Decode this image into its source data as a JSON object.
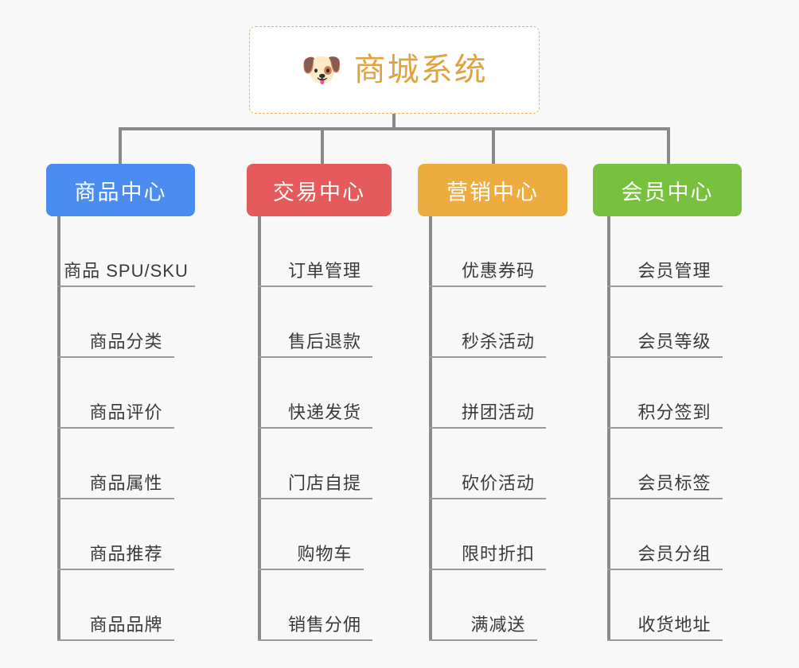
{
  "diagram": {
    "title": "商城系统",
    "background_color": "#f8f8f8",
    "line_color": "#8a8a8a"
  },
  "root": {
    "icon": "shiba-dog-face-emoji",
    "emoji": "🐶",
    "label": "商城系统",
    "text_color": "#e0a33e",
    "border_color": "#e8b457",
    "background_color": "#ffffff"
  },
  "columns": [
    {
      "key": "product-center",
      "label": "商品中心",
      "color": "#4a8cf0",
      "items": [
        {
          "label": "商品 SPU/SKU"
        },
        {
          "label": "商品分类"
        },
        {
          "label": "商品评价"
        },
        {
          "label": "商品属性"
        },
        {
          "label": "商品推荐"
        },
        {
          "label": "商品品牌"
        }
      ]
    },
    {
      "key": "trade-center",
      "label": "交易中心",
      "color": "#e55a5a",
      "items": [
        {
          "label": "订单管理"
        },
        {
          "label": "售后退款"
        },
        {
          "label": "快递发货"
        },
        {
          "label": "门店自提"
        },
        {
          "label": "购物车"
        },
        {
          "label": "销售分佣"
        }
      ]
    },
    {
      "key": "marketing-center",
      "label": "营销中心",
      "color": "#eeab3f",
      "items": [
        {
          "label": "优惠券码"
        },
        {
          "label": "秒杀活动"
        },
        {
          "label": "拼团活动"
        },
        {
          "label": "砍价活动"
        },
        {
          "label": "限时折扣"
        },
        {
          "label": "满减送"
        }
      ]
    },
    {
      "key": "member-center",
      "label": "会员中心",
      "color": "#77c13e",
      "items": [
        {
          "label": "会员管理"
        },
        {
          "label": "会员等级"
        },
        {
          "label": "积分签到"
        },
        {
          "label": "会员标签"
        },
        {
          "label": "会员分组"
        },
        {
          "label": "收货地址"
        }
      ]
    }
  ]
}
